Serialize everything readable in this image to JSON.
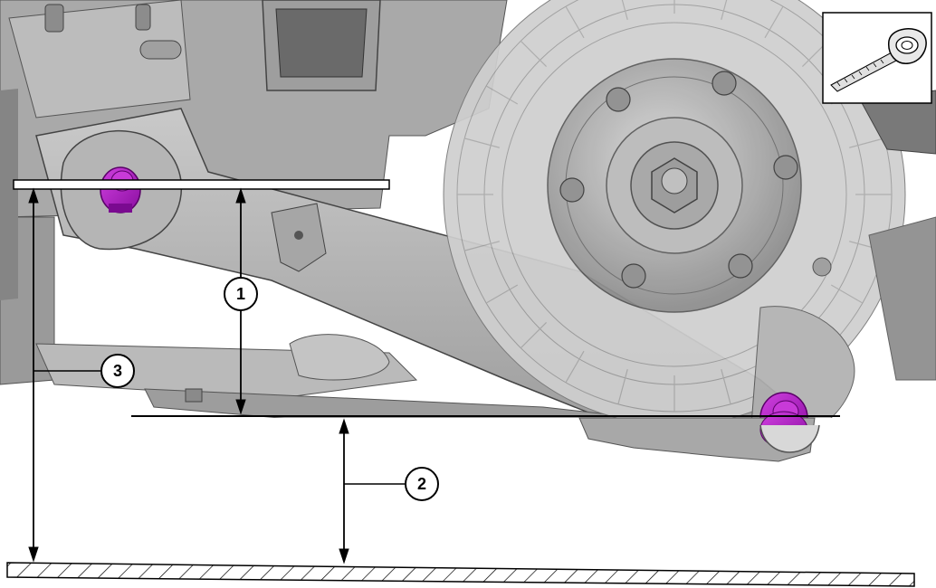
{
  "diagram": {
    "callouts": [
      {
        "id": "1",
        "label": "1"
      },
      {
        "id": "2",
        "label": "2"
      },
      {
        "id": "3",
        "label": "3"
      }
    ],
    "highlight_color": "#b018c8",
    "line_color": "#000000",
    "inset_icon": "tape-measure-icon"
  }
}
